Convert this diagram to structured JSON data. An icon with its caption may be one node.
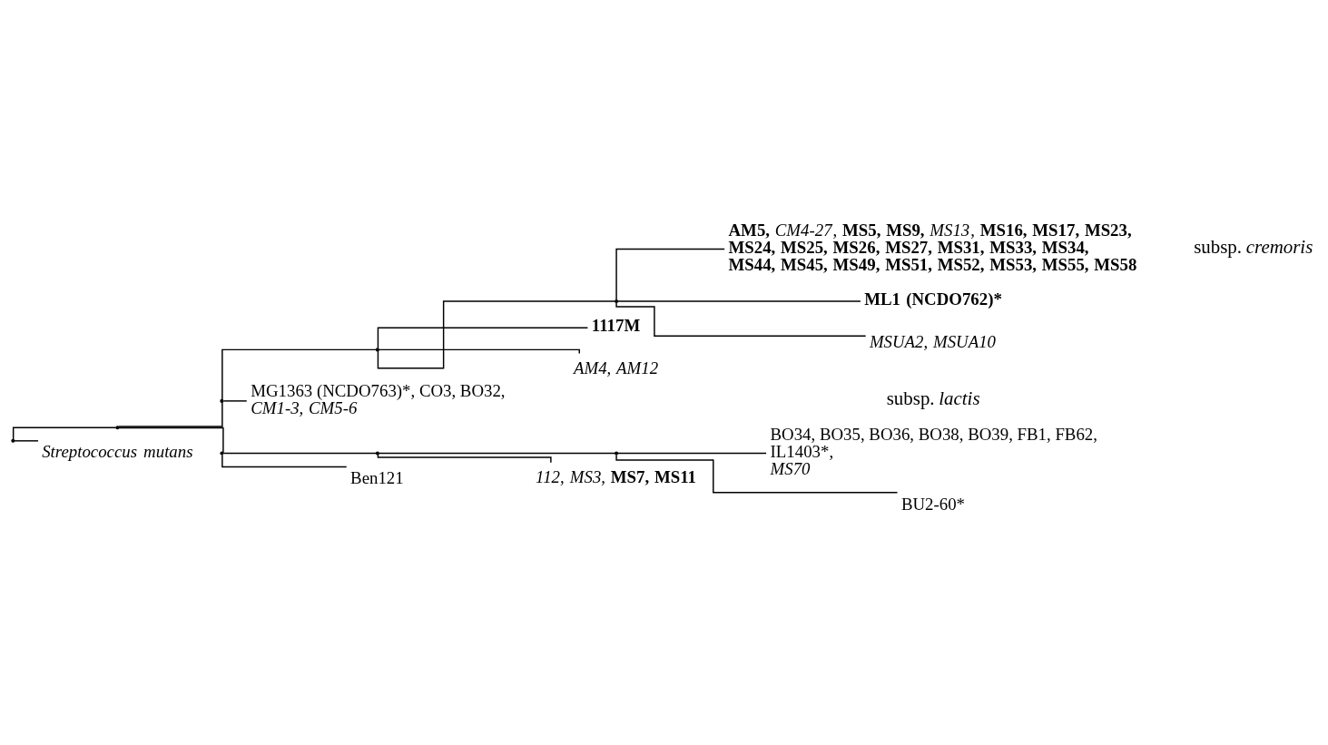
{
  "diagram": {
    "nodes": [
      {
        "text": [],
        "shape": "point"
      },
      {
        "text": [],
        "shape": "point"
      },
      {
        "text": [],
        "shape": "point"
      },
      {
        "text": [],
        "shape": "point"
      },
      {
        "text": [],
        "shape": "point"
      },
      {
        "text": [
          "**AM5,** *CM4-27*, **MS5, MS9,** *MS13*, **MS16, MS17, MS23, MS24, MS25, MS26, MS27, MS31, MS33, MS34, MS44, MS45, MS49, MS51, MS52, MS53, MS55, MS58**"
        ]
      },
      {
        "text": [
          "ML1 (NCDO762)*"
        ]
      },
      {
        "text": [
          "MSUA2, MSUA10"
        ]
      },
      {
        "text": [
          "1117M"
        ]
      },
      {
        "text": [
          "AM4, AM12"
        ]
      },
      {
        "text": [
          "MG1363 (NCDO763)*, CO3, BO32,",
          "CM1-3, CM5-6"
        ]
      },
      {
        "text": [],
        "shape": "point"
      },
      {
        "text": [],
        "shape": "point"
      },
      {
        "text": [],
        "shape": "point"
      },
      {
        "text": [
          "BO34, BO35, BO36, BO38, BO39, FB1, FB62, IL1403*,",
          "MS70"
        ]
      },
      {
        "text": [
          "BU2-60*"
        ]
      },
      {
        "text": [
          "*112, MS3,* **MS7, MS11**"
        ]
      },
      {
        "text": [
          "Ben121"
        ]
      },
      {
        "text": [
          "Streptococcus mutans"
        ]
      }
    ],
    "edges": [
      {
        "from": 0,
        "to": 1,
        "arrow": "none"
      },
      {
        "from": 0,
        "to": 18,
        "arrow": "none"
      },
      {
        "from": 1,
        "to": 2,
        "arrow": "none"
      },
      {
        "from": 1,
        "to": 11,
        "arrow": "none"
      },
      {
        "from": 2,
        "to": 3,
        "arrow": "none"
      },
      {
        "from": 2,
        "to": 10,
        "arrow": "none"
      },
      {
        "from": 3,
        "to": 4,
        "arrow": "none"
      },
      {
        "from": 3,
        "to": 8,
        "arrow": "none"
      },
      {
        "from": 3,
        "to": 9,
        "arrow": "none"
      },
      {
        "from": 4,
        "to": 5,
        "arrow": "none"
      },
      {
        "from": 4,
        "to": 6,
        "arrow": "none"
      },
      {
        "from": 4,
        "to": 7,
        "arrow": "none"
      },
      {
        "from": 11,
        "to": 12,
        "arrow": "none"
      },
      {
        "from": 11,
        "to": 17,
        "arrow": "none"
      },
      {
        "from": 12,
        "to": 13,
        "arrow": "none"
      },
      {
        "from": 12,
        "to": 16,
        "arrow": "none"
      },
      {
        "from": 13,
        "to": 14,
        "arrow": "none"
      },
      {
        "from": 13,
        "to": 15,
        "arrow": "none"
      }
    ],
    "labels": [
      "subsp. *cremoris*",
      "subsp. *lactis*"
    ]
  }
}
